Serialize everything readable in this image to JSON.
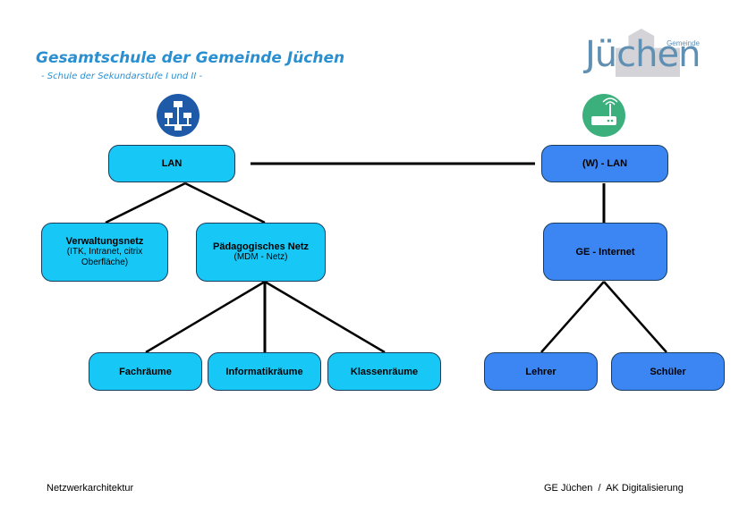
{
  "header": {
    "title": "Gesamtschule der Gemeinde Jüchen",
    "subtitle": "- Schule der Sekundarstufe I und II -"
  },
  "logo": {
    "main": "Jüchen",
    "small": "Gemeinde"
  },
  "icons": {
    "lan": "network-icon",
    "wlan": "wifi-router-icon"
  },
  "colors": {
    "cyan_node": "#17c8f7",
    "blue_node": "#3c86f4",
    "title": "#2a8fd0"
  },
  "nodes": {
    "lan": {
      "label": "LAN"
    },
    "verwaltungsnetz": {
      "label": "Verwaltungsnetz",
      "sub": "(ITK, Intranet, citrix Oberfläche)"
    },
    "paedagogisch": {
      "label": "Pädagogisches Netz",
      "sub": "(MDM - Netz)"
    },
    "fachraeume": {
      "label": "Fachräume"
    },
    "informatikraeume": {
      "label": "Informatikräume"
    },
    "klassenraeume": {
      "label": "Klassenräume"
    },
    "wlan": {
      "label": "(W) - LAN"
    },
    "ge_internet": {
      "label": "GE - Internet"
    },
    "lehrer": {
      "label": "Lehrer"
    },
    "schueler": {
      "label": "Schüler"
    }
  },
  "footer": {
    "left": "Netzwerkarchitektur",
    "right": "GE Jüchen  /  AK Digitalisierung"
  }
}
